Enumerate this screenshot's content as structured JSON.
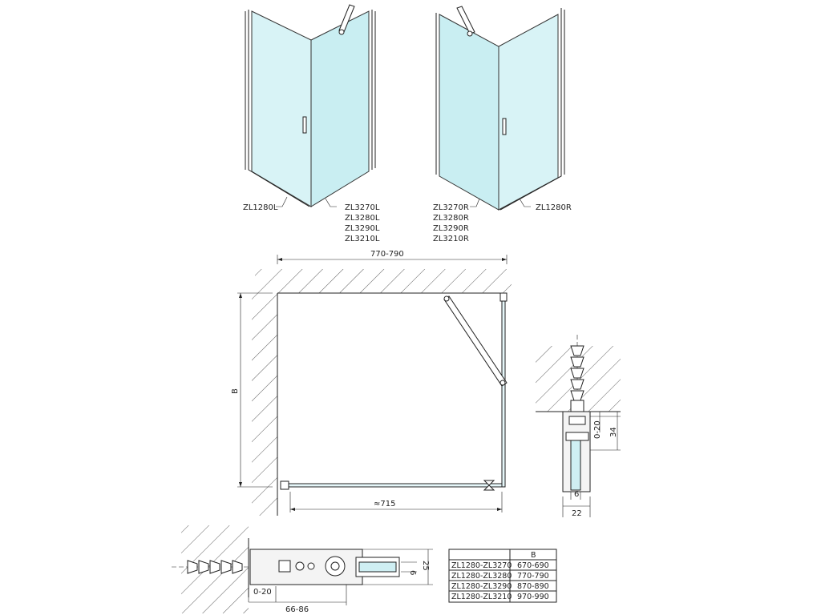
{
  "labels": {
    "left_profile": "ZL1280L",
    "left_doors": [
      "ZL3270L",
      "ZL3280L",
      "ZL3290L",
      "ZL3210L"
    ],
    "right_doors": [
      "ZL3270R",
      "ZL3280R",
      "ZL3290R",
      "ZL3210R"
    ],
    "right_profile": "ZL1280R"
  },
  "plan": {
    "width_dim": "770-790",
    "height_dim": "B",
    "opening_dim": "≈715"
  },
  "profile_detail": {
    "adjust": "0-20",
    "depth": "34",
    "glass": "6",
    "width": "22"
  },
  "bottom_detail": {
    "adjust": "0-20",
    "range": "66-86",
    "glass": "6",
    "height": "25"
  },
  "table": {
    "header": [
      "",
      "B"
    ],
    "rows": [
      [
        "ZL1280-ZL3270",
        "670-690"
      ],
      [
        "ZL1280-ZL3280",
        "770-790"
      ],
      [
        "ZL1280-ZL3290",
        "870-890"
      ],
      [
        "ZL1280-ZL3210",
        "970-990"
      ]
    ]
  }
}
